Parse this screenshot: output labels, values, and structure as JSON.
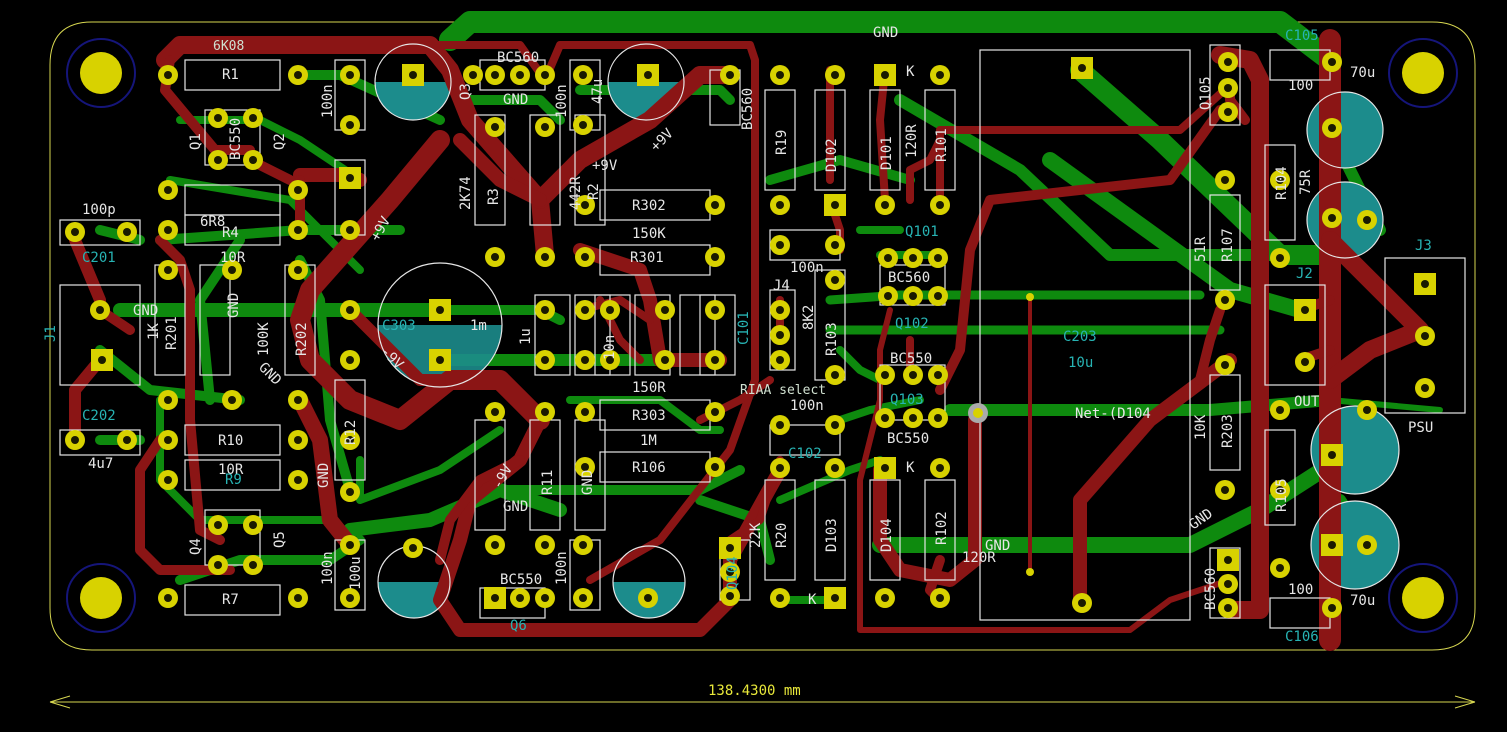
{
  "board": {
    "dimension_label": "138.4300 mm",
    "colors": {
      "background": "#000000",
      "front_copper": "#8b1515",
      "back_copper": "#0e8a0e",
      "pad": "#d8d200",
      "silkscreen": "#e6e6e6",
      "fab": "#27b3b3",
      "edge": "#d6d650"
    }
  },
  "net_labels": {
    "gnd_top": "GND",
    "gnd_j1": "GND",
    "gnd_left": "GND",
    "gnd_left2": "GND",
    "gnd_mid1": "GND",
    "gnd_mid2": "GND",
    "gnd_mid3": "GND",
    "gnd_right": "GND",
    "gnd_bottom": "GND",
    "gnd_q1": "GND",
    "p9v_1": "+9V",
    "p9v_2": "+9V",
    "p9v_3": "+9V",
    "p9v_4": "+9V",
    "n9v_1": "-9V",
    "n9v_2": "-9V",
    "net_d104": "Net-(D104"
  },
  "components": {
    "R1": "R1",
    "R1v": "6K08",
    "R4": "R4",
    "R4v": "6R8",
    "R4b": "10R",
    "R10": "R10",
    "R10v": "10R",
    "R9": "R9",
    "R7": "R7",
    "R12": "R12",
    "R11": "R11",
    "R19": "R19",
    "R20": "R20",
    "R20v": "22K",
    "R101": "R101",
    "R101v": "120R",
    "R102": "R102",
    "R102v": "120R",
    "R103": "R103",
    "R103v": "8K2",
    "R104": "R104",
    "R104v": "75R",
    "R105": "R105",
    "R106": "R106",
    "R106v": "1M",
    "R107": "R107",
    "R107v": "51R",
    "R201": "R201",
    "R201v": "1K",
    "R202": "R202",
    "R202v": "100K",
    "R203": "R203",
    "R203v": "10K",
    "R301": "R301",
    "R302": "R302",
    "R302v": "150K",
    "R303": "R303",
    "R303v": "150R",
    "R3": "R3",
    "R3v": "2K74",
    "R2": "R2",
    "R2v": "442R",
    "R2b": "1M",
    "C201": "C201",
    "C201v": "100p",
    "C202": "C202",
    "C202v": "4u7",
    "C203": "C203",
    "C203v": "10u",
    "C303": "C303",
    "C303v": "1m",
    "C101": "C101",
    "C102": "C102",
    "C105": "C105",
    "C106": "C106",
    "C104v": "100n",
    "C103v": "100n",
    "C105v": "100",
    "C106v": "100",
    "C107v": "70u",
    "C108v": "70u",
    "C1v": "100n",
    "C2v": "100n",
    "C3v": "47u",
    "C4v": "100n",
    "C5v": "1u",
    "C6v": "10n",
    "C7v": "100n",
    "C8v": "100u",
    "Q1": "Q1",
    "Q2": "Q2",
    "Q3": "Q3",
    "Q4": "Q4",
    "Q5": "Q5",
    "Q6": "Q6",
    "Q101": "Q101",
    "Q102": "Q102",
    "Q103": "Q103",
    "Q104": "Q104",
    "Q105": "Q105",
    "BC560a": "BC560",
    "BC560b": "BC560",
    "BC560c": "BC560",
    "BC560d": "BC560",
    "BC550a": "BC550",
    "BC550b": "BC550",
    "BC550c": "BC550",
    "BC550d": "BC550",
    "D101": "D101",
    "D102": "D102",
    "D103": "D103",
    "D104": "D104",
    "J1": "J1",
    "J2": "J2",
    "J3": "J3",
    "J4": "J4",
    "J2v": "OUT",
    "J3v": "PSU",
    "J4v": "RIAA select",
    "K": "K"
  }
}
